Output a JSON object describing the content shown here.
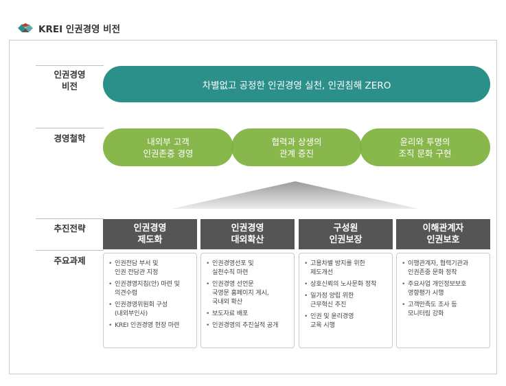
{
  "header": {
    "title": "KREI 인권경영 비전",
    "logo_icon": "krei-diamond-logo-icon"
  },
  "labels": {
    "vision": "인권경영\n비전",
    "philosophy": "경영철학",
    "strategy": "추진전략",
    "tasks": "주요과제"
  },
  "vision": {
    "text": "차별없고 공정한 인권경영 실천, 인권침해 ZERO"
  },
  "philosophy": [
    {
      "line1": "내외부 고객",
      "line2": "인권존중 경영"
    },
    {
      "line1": "협력과 상생의",
      "line2": "관계 증진"
    },
    {
      "line1": "윤리와 투명의",
      "line2": "조직 문화 구현"
    }
  ],
  "strategies": [
    {
      "line1": "인권경영",
      "line2": "제도화"
    },
    {
      "line1": "인권경영",
      "line2": "대외확산"
    },
    {
      "line1": "구성원",
      "line2": "인권보장"
    },
    {
      "line1": "이해관계자",
      "line2": "인권보호"
    }
  ],
  "tasks": [
    [
      "인권전담 부서 및\n인권 전담관 지정",
      "인권경영지침(안) 마련 및\n의견수렴",
      "인권경영위원회 구성\n(내외부인사)",
      "KREI 인권경영 헌장 마련"
    ],
    [
      "인권경영선포 및\n실천수칙 마련",
      "인권경영 선언문\n국영문 홈페이지 게시,\n국내외 확산",
      "보도자료 배포",
      "인권경영의 추진실적 공개"
    ],
    [
      "고용차별 방지를 위한\n제도개선",
      "상호신뢰의 노사문화 정착",
      "일가정 양립 위한\n근무혁신 추진",
      "인권 및 윤리경영\n교육 시행"
    ],
    [
      "이행관계자, 협력기관과\n인권존중 문화 정착",
      "주요사업 개인정보보호\n영향평가 시행",
      "고객만족도 조사 등\n모니터링 강화"
    ]
  ],
  "colors": {
    "vision": "#2b8f8a",
    "philosophy": "#7fb23f",
    "strategy": "#555555"
  }
}
